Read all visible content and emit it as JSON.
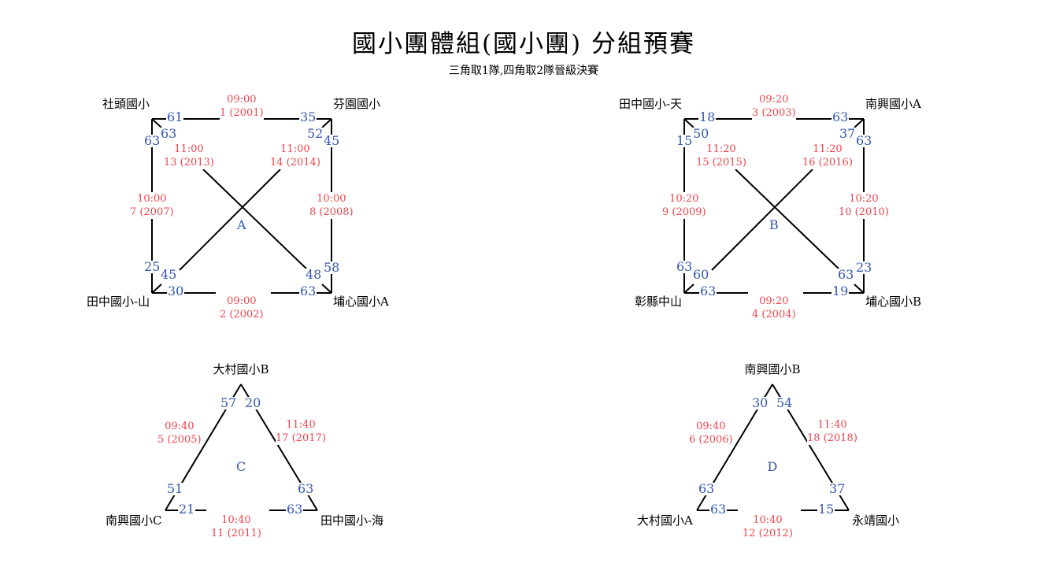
{
  "title": "國小團體組(國小團) 分組預賽",
  "subtitle": "三角取1隊,四角取2隊晉級決賽",
  "colors": {
    "match": "#f0444b",
    "score": "#3557b0"
  },
  "squares": [
    {
      "label": "A",
      "teams": {
        "tl": "社頭國小",
        "tr": "芬園國小",
        "bl": "田中國小-山",
        "br": "埔心國小A"
      },
      "matches": {
        "top": {
          "time": "09:00",
          "no": "1 (2001)"
        },
        "bottom": {
          "time": "09:00",
          "no": "2 (2002)"
        },
        "left": {
          "time": "10:00",
          "no": "7 (2007)"
        },
        "right": {
          "time": "10:00",
          "no": "8 (2008)"
        },
        "diag1": {
          "time": "11:00",
          "no": "13 (2013)"
        },
        "diag2": {
          "time": "11:00",
          "no": "14 (2014)"
        }
      },
      "scores": {
        "top_tl": "61",
        "top_tr": "35",
        "left_tl": "63",
        "left_bl": "25",
        "right_tr": "45",
        "right_br": "58",
        "bottom_bl": "30",
        "bottom_br": "63",
        "diag1_tl": "63",
        "diag1_br": "48",
        "diag2_tr": "52",
        "diag2_bl": "45"
      }
    },
    {
      "label": "B",
      "teams": {
        "tl": "田中國小-天",
        "tr": "南興國小A",
        "bl": "彰縣中山",
        "br": "埔心國小B"
      },
      "matches": {
        "top": {
          "time": "09:20",
          "no": "3 (2003)"
        },
        "bottom": {
          "time": "09:20",
          "no": "4 (2004)"
        },
        "left": {
          "time": "10:20",
          "no": "9 (2009)"
        },
        "right": {
          "time": "10:20",
          "no": "10 (2010)"
        },
        "diag1": {
          "time": "11:20",
          "no": "15 (2015)"
        },
        "diag2": {
          "time": "11:20",
          "no": "16 (2016)"
        }
      },
      "scores": {
        "top_tl": "18",
        "top_tr": "63",
        "left_tl": "15",
        "left_bl": "63",
        "right_tr": "63",
        "right_br": "23",
        "bottom_bl": "63",
        "bottom_br": "19",
        "diag1_tl": "50",
        "diag1_br": "63",
        "diag2_tr": "37",
        "diag2_bl": "60"
      }
    }
  ],
  "triangles": [
    {
      "label": "C",
      "teams": {
        "apex": "大村國小B",
        "bl": "南興國小C",
        "br": "田中國小-海"
      },
      "matches": {
        "left": {
          "time": "09:40",
          "no": "5 (2005)"
        },
        "right": {
          "time": "11:40",
          "no": "17 (2017)"
        },
        "bottom": {
          "time": "10:40",
          "no": "11 (2011)"
        }
      },
      "scores": {
        "left_apex": "57",
        "left_bl": "51",
        "right_apex": "20",
        "right_br": "63",
        "bottom_bl": "21",
        "bottom_br": "63"
      }
    },
    {
      "label": "D",
      "teams": {
        "apex": "南興國小B",
        "bl": "大村國小A",
        "br": "永靖國小"
      },
      "matches": {
        "left": {
          "time": "09:40",
          "no": "6 (2006)"
        },
        "right": {
          "time": "11:40",
          "no": "18 (2018)"
        },
        "bottom": {
          "time": "10:40",
          "no": "12 (2012)"
        }
      },
      "scores": {
        "left_apex": "30",
        "left_bl": "63",
        "right_apex": "54",
        "right_br": "37",
        "bottom_bl": "63",
        "bottom_br": "15"
      }
    }
  ]
}
